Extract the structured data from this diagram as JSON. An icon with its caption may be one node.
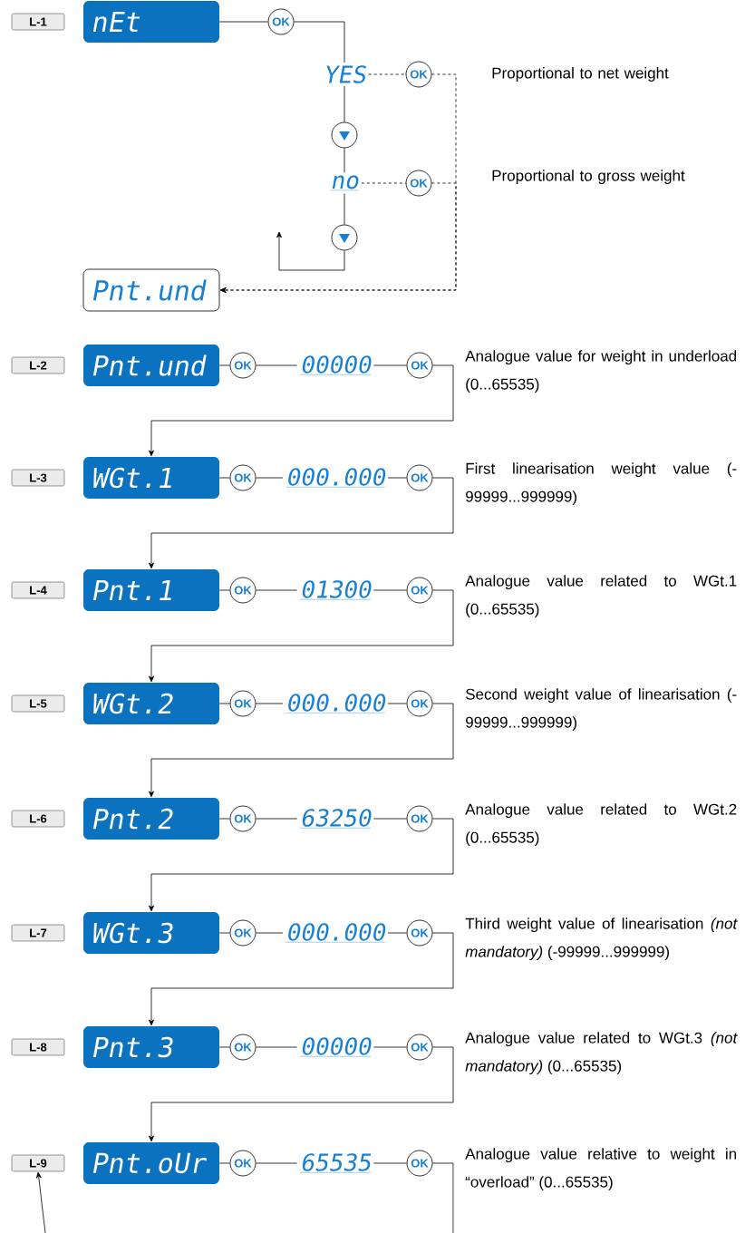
{
  "diagram": {
    "nodes": [
      {
        "text": [
          "L-1"
        ]
      },
      {
        "text": [
          "nEt"
        ]
      },
      {
        "text": [
          "OK"
        ]
      },
      {
        "text": [
          "YES"
        ]
      },
      {
        "text": [
          "OK"
        ]
      },
      {
        "text": [],
        "shape": "circle"
      },
      {
        "text": [
          "no"
        ]
      },
      {
        "text": [
          "OK"
        ]
      },
      {
        "text": [],
        "shape": "circle"
      },
      {
        "text": [
          "Pnt.und"
        ]
      },
      {
        "text": [
          "L-2"
        ]
      },
      {
        "text": [
          "Pnt.und"
        ]
      },
      {
        "text": [
          "OK"
        ]
      },
      {
        "text": [
          "00000"
        ]
      },
      {
        "text": [
          "OK"
        ]
      },
      {
        "text": [
          "L-3"
        ]
      },
      {
        "text": [
          "WGt.1"
        ]
      },
      {
        "text": [
          "OK"
        ]
      },
      {
        "text": [
          "000.000"
        ]
      },
      {
        "text": [
          "OK"
        ]
      },
      {
        "text": [
          "L-4"
        ]
      },
      {
        "text": [
          "Pnt.1"
        ]
      },
      {
        "text": [
          "OK"
        ]
      },
      {
        "text": [
          "01300"
        ]
      },
      {
        "text": [
          "OK"
        ]
      },
      {
        "text": [
          "L-5"
        ]
      },
      {
        "text": [
          "WGt.2"
        ]
      },
      {
        "text": [
          "OK"
        ]
      },
      {
        "text": [
          "000.000"
        ]
      },
      {
        "text": [
          "OK"
        ]
      },
      {
        "text": [
          "L-6"
        ]
      },
      {
        "text": [
          "Pnt.2"
        ]
      },
      {
        "text": [
          "OK"
        ]
      },
      {
        "text": [
          "63250"
        ]
      },
      {
        "text": [
          "OK"
        ]
      },
      {
        "text": [
          "L-7"
        ]
      },
      {
        "text": [
          "WGt.3"
        ]
      },
      {
        "text": [
          "OK"
        ]
      },
      {
        "text": [
          "000.000"
        ]
      },
      {
        "text": [
          "OK"
        ]
      },
      {
        "text": [
          "L-8"
        ]
      },
      {
        "text": [
          "Pnt.3"
        ]
      },
      {
        "text": [
          "OK"
        ]
      },
      {
        "text": [
          "00000"
        ]
      },
      {
        "text": [
          "OK"
        ]
      },
      {
        "text": [
          "L-9"
        ]
      },
      {
        "text": [
          "Pnt.oUr"
        ]
      },
      {
        "text": [
          "OK"
        ]
      },
      {
        "text": [
          "65535"
        ]
      },
      {
        "text": [
          "OK"
        ]
      }
    ],
    "edges": [
      {
        "from": 1,
        "to": 2,
        "arrow": "none"
      },
      {
        "from": 2,
        "to": 3,
        "arrow": "none"
      },
      {
        "from": 3,
        "to": 5,
        "arrow": "none"
      },
      {
        "from": 5,
        "to": 6,
        "arrow": "none"
      },
      {
        "from": 6,
        "to": 8,
        "arrow": "none"
      },
      {
        "from": 8,
        "to": null,
        "arrow": "to"
      },
      {
        "from": 3,
        "to": 4,
        "arrow": "none",
        "style": "dashed"
      },
      {
        "from": 6,
        "to": 7,
        "arrow": "none",
        "style": "dashed"
      },
      {
        "from": 4,
        "to": 9,
        "arrow": "to",
        "style": "dashed"
      },
      {
        "from": 7,
        "to": 9,
        "arrow": "to",
        "style": "dashed"
      },
      {
        "from": 11,
        "to": 12,
        "arrow": "none"
      },
      {
        "from": 12,
        "to": 13,
        "arrow": "none"
      },
      {
        "from": 13,
        "to": 14,
        "arrow": "none"
      },
      {
        "from": 14,
        "to": 16,
        "arrow": "to"
      },
      {
        "from": 16,
        "to": 17,
        "arrow": "none"
      },
      {
        "from": 17,
        "to": 18,
        "arrow": "none"
      },
      {
        "from": 18,
        "to": 19,
        "arrow": "none"
      },
      {
        "from": 19,
        "to": 21,
        "arrow": "to"
      },
      {
        "from": 21,
        "to": 22,
        "arrow": "none"
      },
      {
        "from": 22,
        "to": 23,
        "arrow": "none"
      },
      {
        "from": 23,
        "to": 24,
        "arrow": "none"
      },
      {
        "from": 24,
        "to": 26,
        "arrow": "to"
      },
      {
        "from": 26,
        "to": 27,
        "arrow": "none"
      },
      {
        "from": 27,
        "to": 28,
        "arrow": "none"
      },
      {
        "from": 28,
        "to": 29,
        "arrow": "none"
      },
      {
        "from": 29,
        "to": 31,
        "arrow": "to"
      },
      {
        "from": 31,
        "to": 32,
        "arrow": "none"
      },
      {
        "from": 32,
        "to": 33,
        "arrow": "none"
      },
      {
        "from": 33,
        "to": 34,
        "arrow": "none"
      },
      {
        "from": 34,
        "to": 36,
        "arrow": "to"
      },
      {
        "from": 36,
        "to": 37,
        "arrow": "none"
      },
      {
        "from": 37,
        "to": 38,
        "arrow": "none"
      },
      {
        "from": 38,
        "to": 39,
        "arrow": "none"
      },
      {
        "from": 39,
        "to": 41,
        "arrow": "to"
      },
      {
        "from": 41,
        "to": 42,
        "arrow": "none"
      },
      {
        "from": 42,
        "to": 43,
        "arrow": "none"
      },
      {
        "from": 43,
        "to": 44,
        "arrow": "none"
      },
      {
        "from": 44,
        "to": 46,
        "arrow": "to"
      },
      {
        "from": 46,
        "to": 47,
        "arrow": "none"
      },
      {
        "from": 47,
        "to": 48,
        "arrow": "none"
      },
      {
        "from": 48,
        "to": 49,
        "arrow": "none"
      },
      {
        "from": 49,
        "to": null,
        "arrow": "none"
      },
      {
        "from": null,
        "to": 45,
        "arrow": "to"
      }
    ],
    "labels": [
      "Proportional to net weight",
      "Proportional to gross weight",
      "Analogue value for weight in underload (0...65535)",
      "First linearisation weight value (-99999...999999)",
      "Analogue value related to WGt.1 (0...65535)",
      "Second weight value of linearisation (-99999...999999)",
      "Analogue value related to WGt.2 (0...65535)",
      "Third weight value of linearisation *(not mandatory)* (-99999...999999)",
      "Analogue value related to WGt.3 *(not mandatory)* (0...65535)",
      "Analogue value relative to weight in “overload” (0...65535)"
    ]
  }
}
